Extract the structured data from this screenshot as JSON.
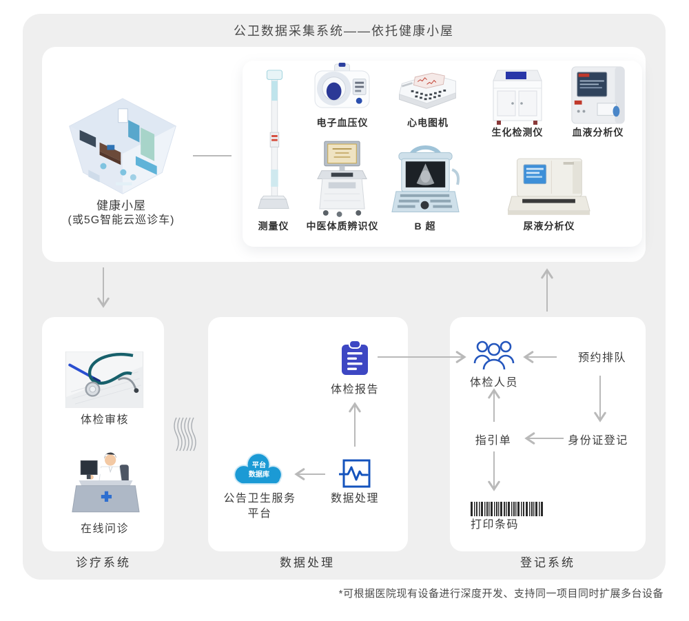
{
  "title": "公卫数据采集系统——依托健康小屋",
  "cabin": {
    "label_line1": "健康小屋",
    "label_line2": "(或5G智能云巡诊车)"
  },
  "devices": [
    {
      "id": "measure",
      "label": "测量仪"
    },
    {
      "id": "bp",
      "label": "电子血压仪"
    },
    {
      "id": "ecg",
      "label": "心电图机"
    },
    {
      "id": "biochem",
      "label": "生化检测仪"
    },
    {
      "id": "blood",
      "label": "血液分析仪"
    },
    {
      "id": "tcm",
      "label": "中医体质辨识仪"
    },
    {
      "id": "ultrasound",
      "label": "B 超"
    },
    {
      "id": "urine",
      "label": "尿液分析仪"
    }
  ],
  "clinic_system": {
    "review_label": "体检审核",
    "online_label": "在线问诊",
    "section_label": "诊疗系统"
  },
  "data_system": {
    "report_label": "体检报告",
    "cloud_line1": "平台",
    "cloud_line2": "数据库",
    "platform_line1": "公告卫生服务",
    "platform_line2": "平台",
    "processing_label": "数据处理",
    "section_label": "数据处理"
  },
  "registration_system": {
    "people_label": "体检人员",
    "queue_label": "预约排队",
    "guide_label": "指引单",
    "id_reg_label": "身份证登记",
    "barcode_label": "打印条码",
    "section_label": "登记系统"
  },
  "footnote": "*可根据医院现有设备进行深度开发、支持同一项目同时扩展多台设备",
  "colors": {
    "canvas_bg": "#efefef",
    "arrow_gray": "#b9b9b9",
    "clipboard_blue": "#3d47c3",
    "outline_blue": "#2456bd",
    "pulse_blue": "#1453bd",
    "cloud_blue": "#1b9ad5",
    "barcode_black": "#2a2a2a"
  }
}
